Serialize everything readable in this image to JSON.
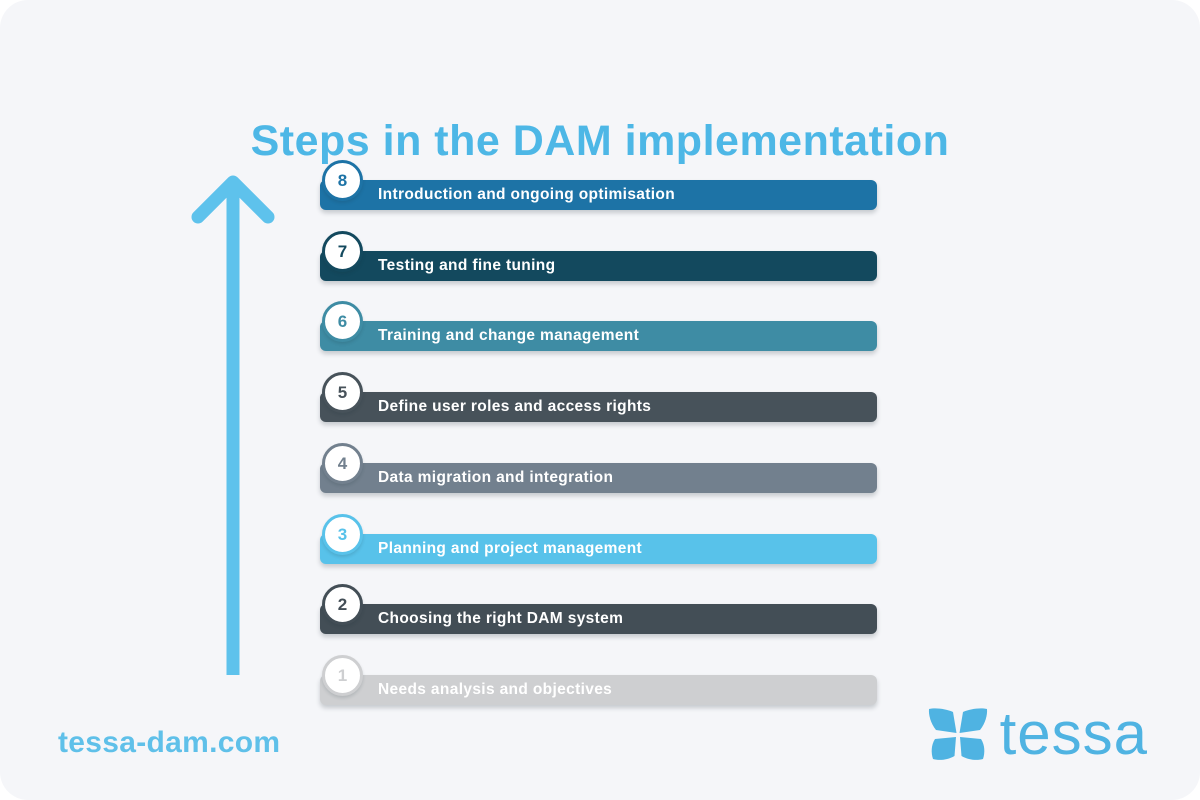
{
  "title": "Steps in the DAM implementation",
  "steps": [
    {
      "number": "8",
      "label": "Introduction and ongoing optimisation",
      "color": "#1d73a6"
    },
    {
      "number": "7",
      "label": "Testing and fine tuning",
      "color": "#13495e"
    },
    {
      "number": "6",
      "label": "Training and change management",
      "color": "#3e8ca4"
    },
    {
      "number": "5",
      "label": "Define user roles and access rights",
      "color": "#47525a"
    },
    {
      "number": "4",
      "label": "Data migration and integration",
      "color": "#72808e"
    },
    {
      "number": "3",
      "label": "Planning and project management",
      "color": "#58c2ea"
    },
    {
      "number": "2",
      "label": "Choosing the right DAM system",
      "color": "#434e56"
    },
    {
      "number": "1",
      "label": "Needs analysis and objectives",
      "color": "#cecfd1"
    }
  ],
  "footer": {
    "website": "tessa-dam.com",
    "brand": "tessa"
  },
  "icons": {
    "arrow": "up-arrow-icon",
    "logo": "butterfly-logo-icon"
  },
  "colors": {
    "accent": "#4db7e6",
    "arrow": "#5ec2ec",
    "domain": "#5fc0e9",
    "logo": "#4fb3e2",
    "card_bg": "#f5f6f9",
    "bar_text": "#ffffff"
  }
}
